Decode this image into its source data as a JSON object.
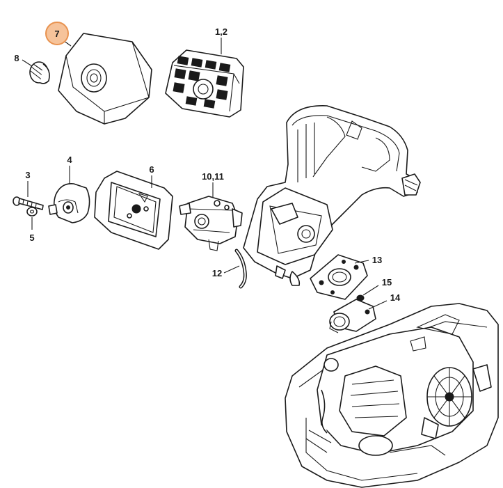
{
  "colors": {
    "line": "#1a1a1a",
    "highlight_fill": "#f6c39a",
    "highlight_stroke": "#e8924f",
    "background": "#ffffff"
  },
  "callouts": {
    "c7": "7",
    "c8": "8",
    "c12a": "1,2",
    "c3": "3",
    "c4": "4",
    "c5": "5",
    "c6": "6",
    "c1011": "10,11",
    "c12": "12",
    "c13": "13",
    "c14": "14",
    "c15": "15"
  },
  "highlighted_callout": "7"
}
